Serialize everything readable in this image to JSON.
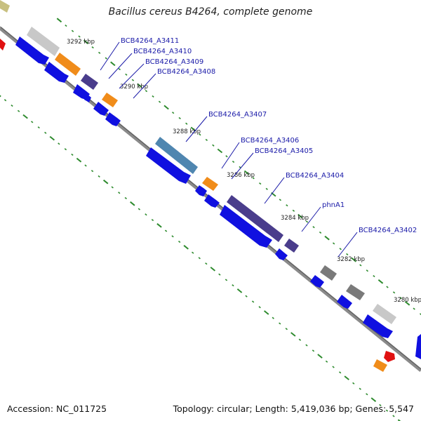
{
  "header": {
    "title": "Bacillus cereus B4264, complete genome"
  },
  "footer": {
    "accession": "Accession: NC_011725",
    "summary": "Topology: circular; Length: 5,419,036 bp; Genes: 5,547"
  },
  "scale_labels": [
    "3292 kbp",
    "3290 kbp",
    "3288 kbp",
    "3286 kbp",
    "3284 kbp",
    "3282 kbp",
    "3280 kbp"
  ],
  "gene_labels": [
    "BCB4264_A3411",
    "BCB4264_A3410",
    "BCB4264_A3409",
    "BCB4264_A3408",
    "BCB4264_A3407",
    "BCB4264_A3406",
    "BCB4264_A3405",
    "BCB4264_A3404",
    "phnA1",
    "BCB4264_A3402"
  ],
  "colors": {
    "cds": "#1010e0",
    "label": "#1a1aa8",
    "backbone": "#8a8a8a",
    "tick": "#2e8b2e",
    "orange": "#f08c1a",
    "purple": "#4a3d8c",
    "steelblue": "#4f86b0",
    "gray": "#7a7a7a",
    "lightgray": "#c8c8c8",
    "red": "#e01010",
    "olive": "#c8c080"
  }
}
